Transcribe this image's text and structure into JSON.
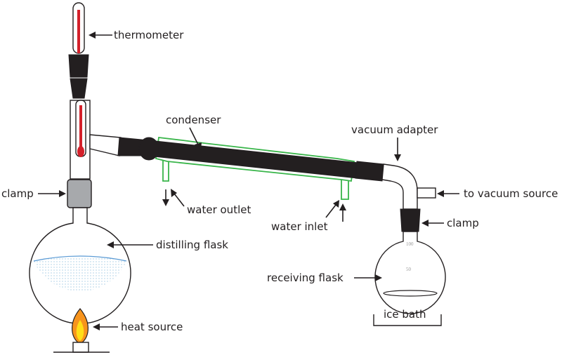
{
  "labels": {
    "thermometer": "thermometer",
    "condenser": "condenser",
    "vacuum_adapter": "vacuum adapter",
    "clamp_left": "clamp",
    "to_vacuum_source": "to vacuum source",
    "clamp_right": "clamp",
    "water_outlet": "water outlet",
    "water_inlet": "water inlet",
    "distilling_flask": "distilling flask",
    "receiving_flask": "receiving flask",
    "ice_bath": "ice bath",
    "heat_source": "heat source"
  },
  "colors": {
    "outline": "#231f20",
    "liquid": "#d6ecf7",
    "liquid_line": "#5b9bd5",
    "mercury": "#d4202a",
    "water_jacket": "#39b54a",
    "clamp_gray": "#a7a9ac",
    "flame_outer": "#f7941d",
    "flame_inner": "#ffde17"
  }
}
